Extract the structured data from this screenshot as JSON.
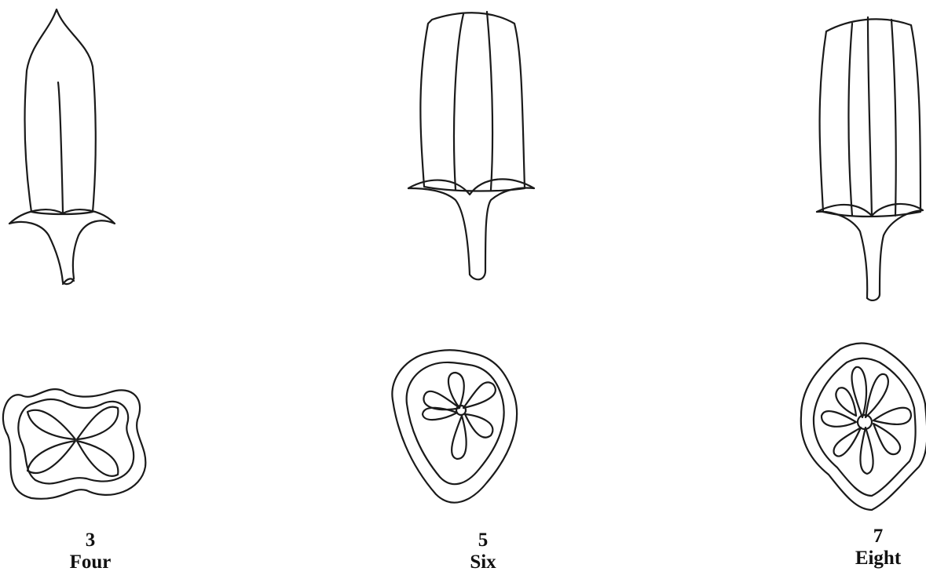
{
  "panels": [
    {
      "number": "3",
      "name": "Four"
    },
    {
      "number": "5",
      "name": "Six"
    },
    {
      "number": "7",
      "name": "Eight"
    }
  ]
}
